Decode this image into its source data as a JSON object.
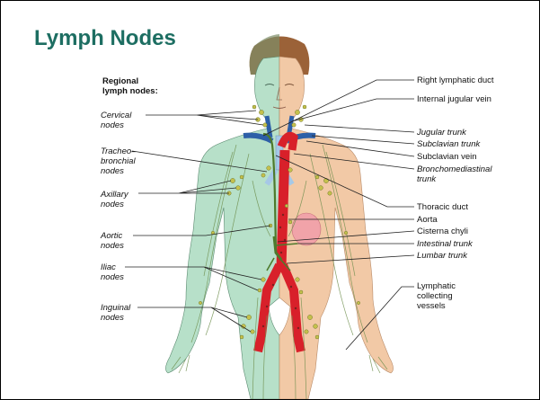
{
  "slide": {
    "title": "Lymph Nodes",
    "colors": {
      "title": "#1d6e62",
      "body_fill": "#b7e0c9",
      "skin": "#f2c9a6",
      "hair": "#9b6238",
      "artery": "#d8202a",
      "vein": "#2d5fa7",
      "lymph_vessel": "#4e7a2c",
      "lymph_node": "#c5c04c"
    }
  },
  "figure": {
    "left_heading": [
      "Regional",
      "lymph nodes:"
    ],
    "left_labels": [
      {
        "name": "cervical",
        "lines": [
          "Cervical",
          "nodes"
        ]
      },
      {
        "name": "tracheobronchial",
        "lines": [
          "Tracheo–",
          "bronchial",
          "nodes"
        ]
      },
      {
        "name": "axillary",
        "lines": [
          "Axillary",
          "nodes"
        ]
      },
      {
        "name": "aortic",
        "lines": [
          "Aortic",
          "nodes"
        ]
      },
      {
        "name": "iliac",
        "lines": [
          "Iliac",
          "nodes"
        ]
      },
      {
        "name": "inguinal",
        "lines": [
          "Inguinal",
          "nodes"
        ]
      }
    ],
    "right_labels": [
      {
        "name": "right-lymphatic-duct",
        "lines": [
          "Right lymphatic duct"
        ],
        "italic": false
      },
      {
        "name": "internal-jugular-vein",
        "lines": [
          "Internal jugular vein"
        ],
        "italic": false
      },
      {
        "name": "jugular-trunk",
        "lines": [
          "Jugular trunk"
        ],
        "italic": true
      },
      {
        "name": "subclavian-trunk",
        "lines": [
          "Subclavian trunk"
        ],
        "italic": true
      },
      {
        "name": "subclavian-vein",
        "lines": [
          "Subclavian vein"
        ],
        "italic": false
      },
      {
        "name": "bronchomediastinal-trunk",
        "lines": [
          "Bronchomediastinal",
          "trunk"
        ],
        "italic": true
      },
      {
        "name": "thoracic-duct",
        "lines": [
          "Thoracic duct"
        ],
        "italic": false
      },
      {
        "name": "aorta",
        "lines": [
          "Aorta"
        ],
        "italic": false
      },
      {
        "name": "cisterna-chyli",
        "lines": [
          "Cisterna chyli"
        ],
        "italic": false
      },
      {
        "name": "intestinal-trunk",
        "lines": [
          "Intestinal trunk"
        ],
        "italic": true
      },
      {
        "name": "lumbar-trunk",
        "lines": [
          "Lumbar trunk"
        ],
        "italic": true
      },
      {
        "name": "lymphatic-collecting-vessels",
        "lines": [
          "Lymphatic",
          "collecting",
          "vessels"
        ],
        "italic": false
      }
    ]
  }
}
